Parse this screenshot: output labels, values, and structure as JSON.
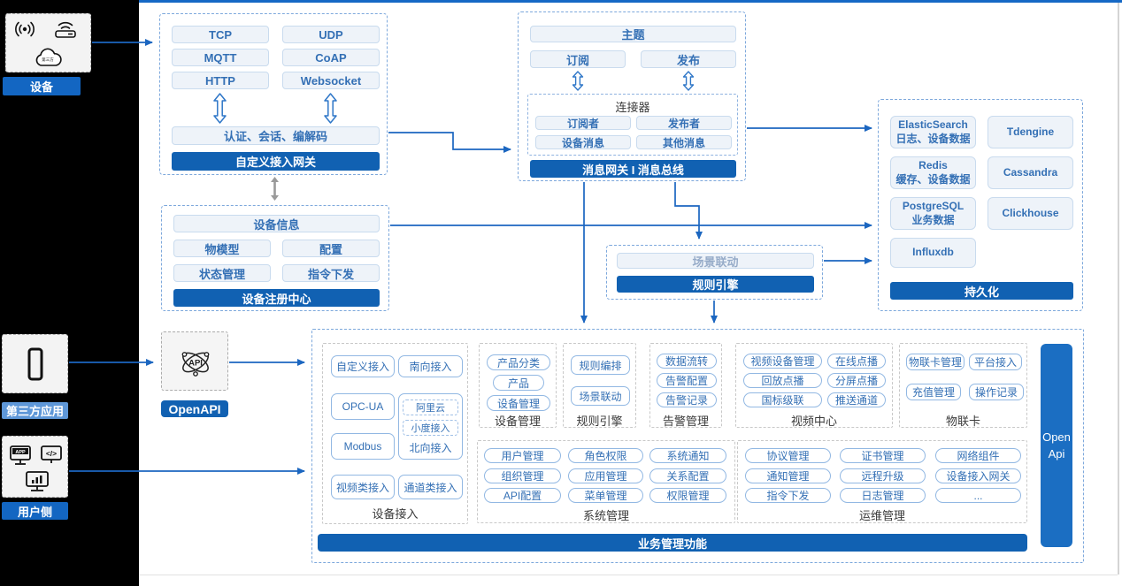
{
  "colors": {
    "accent_blue": "#1161b2",
    "arrow_blue": "#1b66c0",
    "chip_text": "#3470b5",
    "badge_light": "#5e97d8"
  },
  "rail": {
    "device": "设备",
    "third_party": "第三方应用",
    "user": "用户侧",
    "openapi": "OpenAPI"
  },
  "custom_gateway": {
    "protocols": [
      "TCP",
      "UDP",
      "MQTT",
      "CoAP",
      "HTTP",
      "Websocket"
    ],
    "auth": "认证、会话、编解码",
    "title": "自定义接入网关"
  },
  "registry": {
    "full": "设备信息",
    "items": [
      "物模型",
      "配置",
      "状态管理",
      "指令下发"
    ],
    "title": "设备注册中心"
  },
  "bus": {
    "topic": "主题",
    "sub": "订阅",
    "pub": "发布",
    "connector": "连接器",
    "c_items": [
      "订阅者",
      "发布者",
      "设备消息",
      "其他消息"
    ],
    "title": "消息网关 I 消息总线"
  },
  "persistence": {
    "title": "持久化",
    "s0n": "ElasticSearch",
    "s0d": "日志、设备数据",
    "s1n": "Tdengine",
    "s2n": "Redis",
    "s2d": "缓存、设备数据",
    "s3n": "Cassandra",
    "s4n": "PostgreSQL",
    "s4d": "业务数据",
    "s5n": "Clickhouse",
    "s6n": "Influxdb"
  },
  "rule_box": {
    "scene": "场景联动",
    "title": "规则引擎"
  },
  "biz": {
    "title": "业务管理功能",
    "open1": "Open",
    "open2": "Api",
    "access": {
      "label": "设备接入",
      "i0": "自定义接入",
      "i1": "南向接入",
      "i2": "OPC-UA",
      "north": "北向接入",
      "n0": "阿里云",
      "n1": "小度接入",
      "i3": "Modbus",
      "i4": "视频类接入",
      "i5": "通道类接入"
    },
    "dm": {
      "label": "设备管理",
      "items": [
        "产品分类",
        "产品",
        "设备管理"
      ]
    },
    "re": {
      "label": "规则引擎",
      "items": [
        "规则编排",
        "场景联动"
      ]
    },
    "alarm": {
      "label": "告警管理",
      "items": [
        "数据流转",
        "告警配置",
        "告警记录"
      ]
    },
    "video": {
      "label": "视频中心",
      "items": [
        "视频设备管理",
        "在线点播",
        "回放点播",
        "分屏点播",
        "国标级联",
        "推送通道"
      ]
    },
    "card": {
      "label": "物联卡",
      "items": [
        "物联卡管理",
        "平台接入",
        "充值管理",
        "操作记录"
      ]
    },
    "sys": {
      "label": "系统管理",
      "items": [
        "用户管理",
        "角色权限",
        "系统通知",
        "组织管理",
        "应用管理",
        "关系配置",
        "API配置",
        "菜单管理",
        "权限管理"
      ]
    },
    "ops": {
      "label": "运维管理",
      "items": [
        "协议管理",
        "证书管理",
        "网络组件",
        "通知管理",
        "远程升级",
        "设备接入网关",
        "指令下发",
        "日志管理",
        "..."
      ]
    }
  }
}
